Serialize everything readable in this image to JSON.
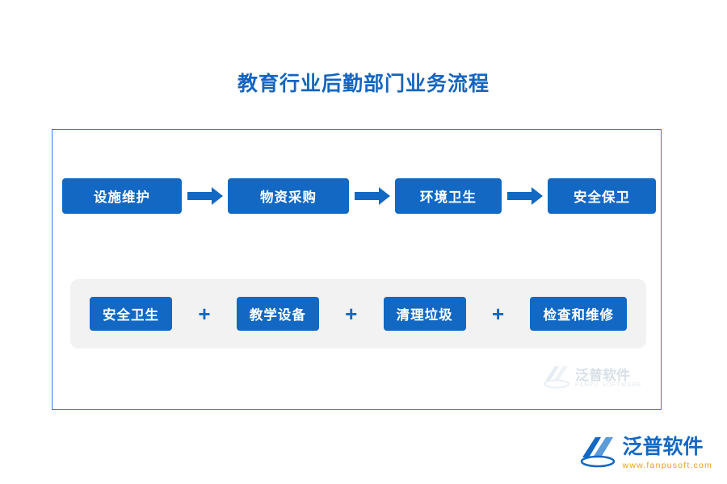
{
  "page": {
    "title": "教育行业后勤部门业务流程"
  },
  "flow": {
    "steps": [
      {
        "label": "设施维护"
      },
      {
        "label": "物资采购"
      },
      {
        "label": "环境卫生"
      },
      {
        "label": "安全保卫"
      }
    ],
    "arrow_icon": "arrow-right-icon"
  },
  "tags": {
    "separator": "+",
    "items": [
      {
        "label": "安全卫生"
      },
      {
        "label": "教学设备"
      },
      {
        "label": "清理垃圾"
      },
      {
        "label": "检查和维修"
      }
    ]
  },
  "watermark": {
    "brand_cn": "泛普软件",
    "brand_en": "FANPU SOFTWARE",
    "icon": "fanpu-logo-icon"
  },
  "logo": {
    "brand_cn": "泛普软件",
    "site": "www.fanpusoft.com",
    "icon": "fanpu-logo-icon"
  },
  "colors": {
    "accent": "#1268c3",
    "title": "#1565c0",
    "frame_border": "#2f7ed8",
    "panel_bg": "#f2f2f2",
    "logo_orange": "#e8a020"
  }
}
